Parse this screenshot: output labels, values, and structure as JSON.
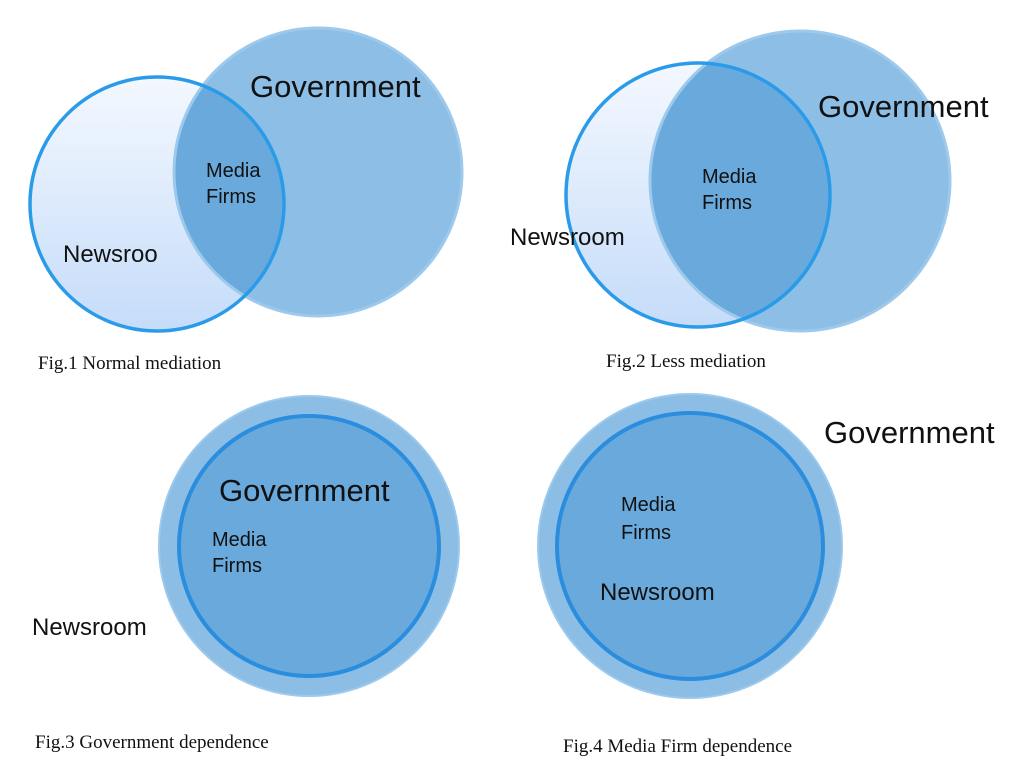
{
  "figures": [
    {
      "caption": "Fig.1 Normal mediation",
      "labels": {
        "government": "Government",
        "media_firms_line1": "Media",
        "media_firms_line2": "Firms",
        "newsroom": "Newsroo"
      }
    },
    {
      "caption": "Fig.2 Less mediation",
      "labels": {
        "government": "Government",
        "media_firms_line1": "Media",
        "media_firms_line2": "Firms",
        "newsroom": "Newsroom"
      }
    },
    {
      "caption": "Fig.3 Government dependence",
      "labels": {
        "government": "Government",
        "media_firms_line1": "Media",
        "media_firms_line2": "Firms",
        "newsroom": "Newsroom"
      }
    },
    {
      "caption": "Fig.4 Media Firm dependence",
      "labels": {
        "government": "Government",
        "media_firms_line1": "Media",
        "media_firms_line2": "Firms",
        "newsroom": "Newsroom"
      }
    }
  ],
  "colors": {
    "government_fill": "#8bbde5",
    "overlap_fill": "#6aa9dc",
    "newsroom_fill_top": "#f4f8ff",
    "newsroom_fill_bottom": "#c5dcf9",
    "outline": "#2a9be8"
  }
}
